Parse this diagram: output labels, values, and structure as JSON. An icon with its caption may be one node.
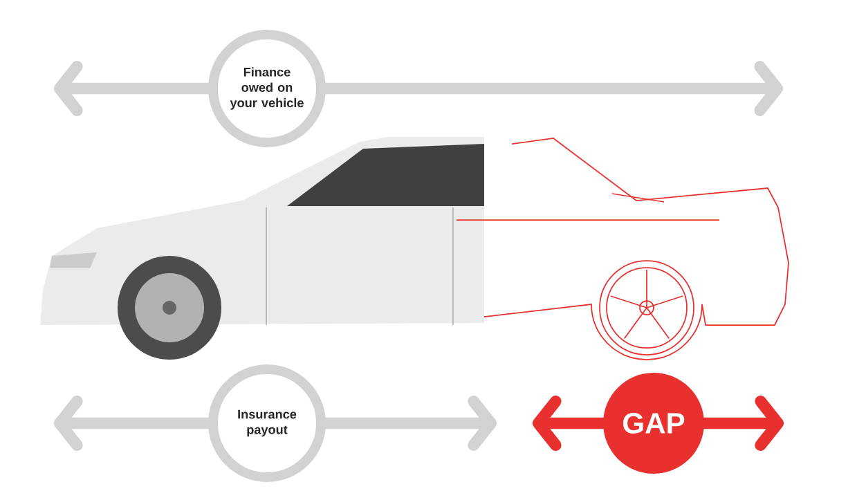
{
  "diagram": {
    "nodes": [
      {
        "text": [
          "Finance owed on your vehicle"
        ]
      },
      {
        "text": [
          "Insurance payout"
        ]
      },
      {
        "text": [
          "GAP"
        ]
      }
    ],
    "edges": [
      {
        "from": 0,
        "to": null,
        "arrow": "to"
      },
      {
        "from": 0,
        "to": null,
        "arrow": "to"
      },
      {
        "from": 1,
        "to": null,
        "arrow": "to"
      },
      {
        "from": 1,
        "to": null,
        "arrow": "to"
      },
      {
        "from": 2,
        "to": null,
        "arrow": "to",
        "color": "#e8312f"
      },
      {
        "from": 2,
        "to": null,
        "arrow": "to",
        "color": "#e8312f"
      }
    ]
  }
}
